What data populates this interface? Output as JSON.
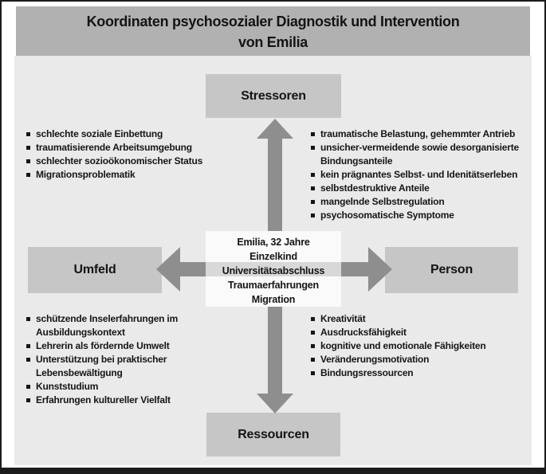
{
  "figure": {
    "title_line1": "Koordinaten psychosozialer Diagnostik und Intervention",
    "title_line2": "von Emilia"
  },
  "nodes": {
    "top": "Stressoren",
    "left": "Umfeld",
    "right": "Person",
    "bottom": "Ressourcen"
  },
  "center": {
    "lines": [
      "Emilia, 32 Jahre",
      "Einzelkind",
      "Universitätsabschluss",
      "Traumaerfahrungen",
      "Migration"
    ]
  },
  "quadrants": {
    "top_left": {
      "items": [
        "schlechte soziale Einbettung",
        "traumatisierende Arbeitsumgebung",
        "schlechter sozioökonomischer Status",
        "Migrationsproblematik"
      ]
    },
    "top_right": {
      "items": [
        "traumatische Belastung, gehemmter Antrieb",
        "unsicher-vermeidende sowie desorganisierte Bindungsanteile",
        "kein prägnantes Selbst- und Idenitätserleben",
        "selbstdestruktive Anteile",
        "mangelnde Selbstregulation",
        "psychosomatische Symptome"
      ]
    },
    "bottom_left": {
      "items": [
        "schützende Inselerfahrungen im Ausbildungskontext",
        "Lehrerin als fördernde Umwelt",
        "Unterstützung bei praktischer Lebensbewältigung",
        "Kunststudium",
        "Erfahrungen kultureller Vielfalt"
      ]
    },
    "bottom_right": {
      "items": [
        "Kreativität",
        "Ausdrucksfähigkeit",
        "kognitive und emotionale Fähigkeiten",
        "Veränderungsmotivation",
        "Bindungsressourcen"
      ]
    }
  },
  "colors": {
    "panel_bg": "#eaeaea",
    "title_bar_bg": "#b1b1b1",
    "node_box_bg": "#c6c6c6",
    "arrow": "#8e8e8e",
    "center_box_bg": "#fafafa",
    "center_band": "#d8d8d8",
    "text": "#161616"
  }
}
